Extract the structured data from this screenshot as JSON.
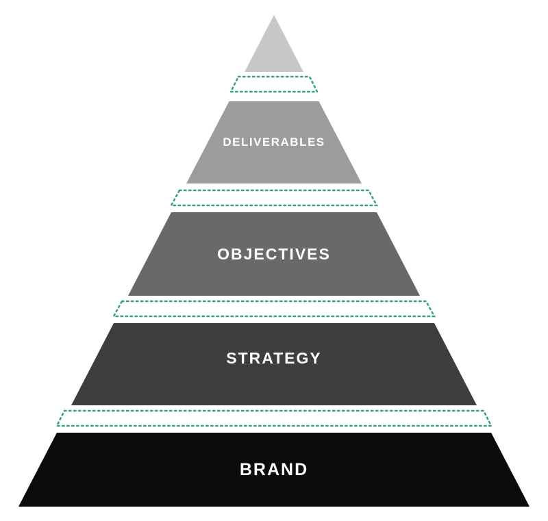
{
  "diagram": {
    "type": "pyramid",
    "background": "#ffffff",
    "divider_color": "#35a07a",
    "label_color": "#ffffff",
    "layers": [
      {
        "id": "apex",
        "label": "",
        "color": "#c7c7c7"
      },
      {
        "id": "deliverables",
        "label": "DELIVERABLES",
        "color": "#9c9c9c"
      },
      {
        "id": "objectives",
        "label": "OBJECTIVES",
        "color": "#696969"
      },
      {
        "id": "strategy",
        "label": "STRATEGY",
        "color": "#3e3e3e"
      },
      {
        "id": "brand",
        "label": "BRAND",
        "color": "#0b0b0b"
      }
    ]
  }
}
